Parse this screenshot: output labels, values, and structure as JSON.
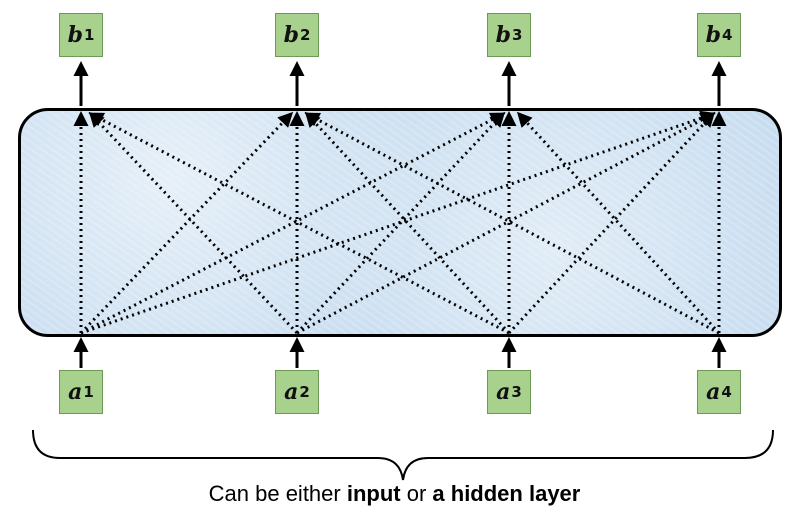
{
  "outputs": [
    {
      "symbol": "b",
      "index": "1"
    },
    {
      "symbol": "b",
      "index": "2"
    },
    {
      "symbol": "b",
      "index": "3"
    },
    {
      "symbol": "b",
      "index": "4"
    }
  ],
  "inputs": [
    {
      "symbol": "a",
      "index": "1"
    },
    {
      "symbol": "a",
      "index": "2"
    },
    {
      "symbol": "a",
      "index": "3"
    },
    {
      "symbol": "a",
      "index": "4"
    }
  ],
  "caption": {
    "prefix": "Can be either ",
    "bold1": "input",
    "middle": " or ",
    "bold2": "a hidden layer"
  },
  "colors": {
    "node_fill": "#a9d18e",
    "layer_fill": "#c8ddf0",
    "wire": "#000000"
  }
}
